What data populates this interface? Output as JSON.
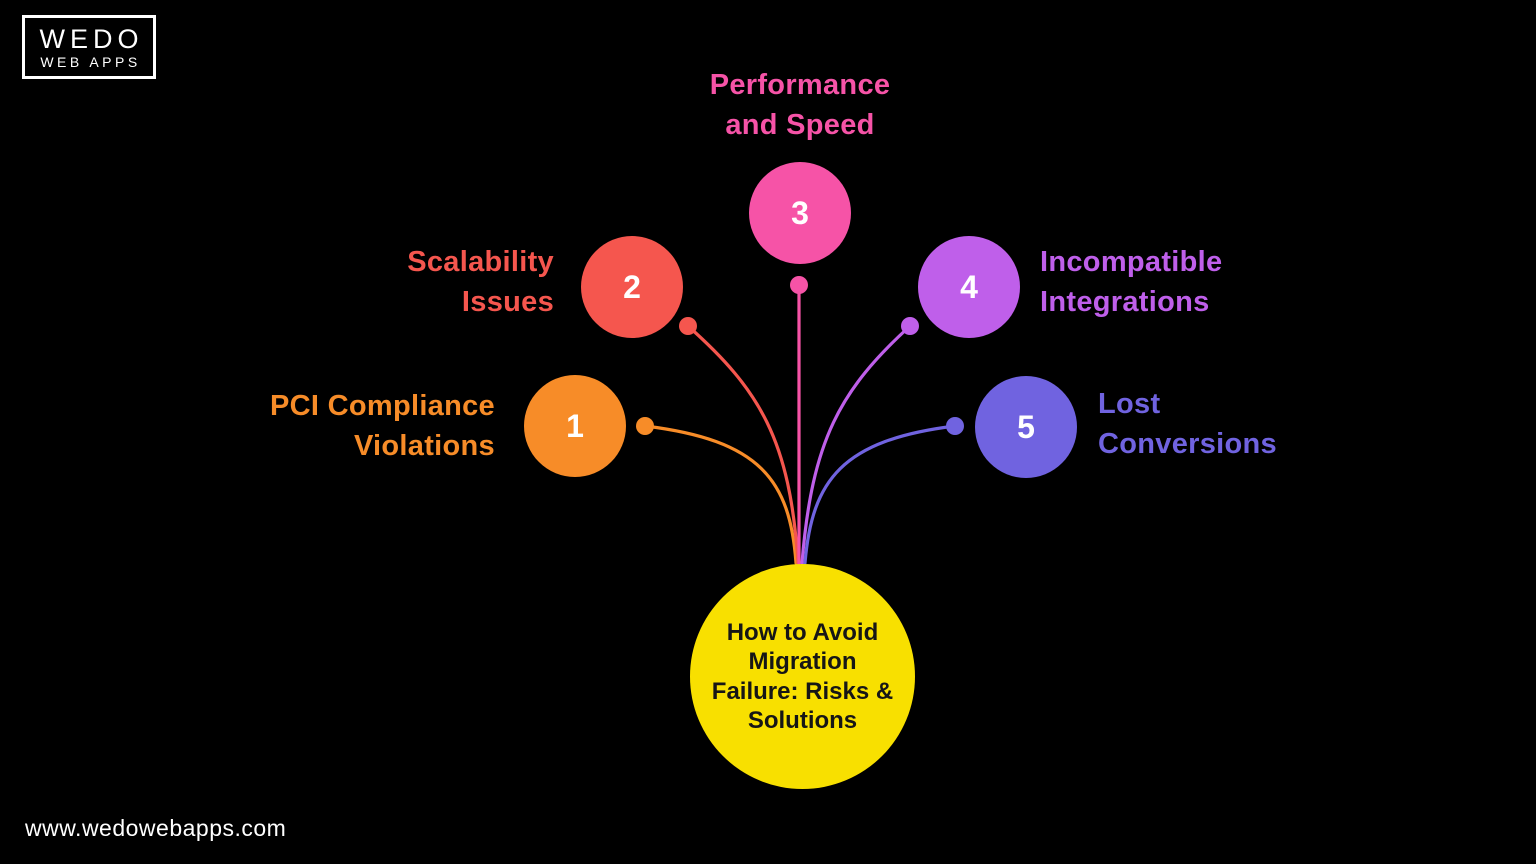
{
  "logo": {
    "line1": "WEDO",
    "line2": "WEB APPS"
  },
  "website": "www.wedowebapps.com",
  "center": {
    "lines": [
      "How to Avoid",
      "Migration",
      "Failure: Risks &",
      "Solutions"
    ],
    "color": "#F8E000",
    "text_color": "#161616"
  },
  "items": [
    {
      "number": "1",
      "label_lines": [
        "PCI Compliance",
        "Violations"
      ],
      "color": "#F78C28"
    },
    {
      "number": "2",
      "label_lines": [
        "Scalability",
        "Issues"
      ],
      "color": "#F5564E"
    },
    {
      "number": "3",
      "label_lines": [
        "Performance",
        "and Speed"
      ],
      "color": "#F653A7"
    },
    {
      "number": "4",
      "label_lines": [
        "Incompatible",
        "Integrations"
      ],
      "color": "#BF5FEA"
    },
    {
      "number": "5",
      "label_lines": [
        "Lost",
        "Conversions"
      ],
      "color": "#7063E0"
    }
  ],
  "colors": {
    "background": "#000000",
    "number_text": "#FFFFFF",
    "logo_text": "#FFFFFF"
  }
}
